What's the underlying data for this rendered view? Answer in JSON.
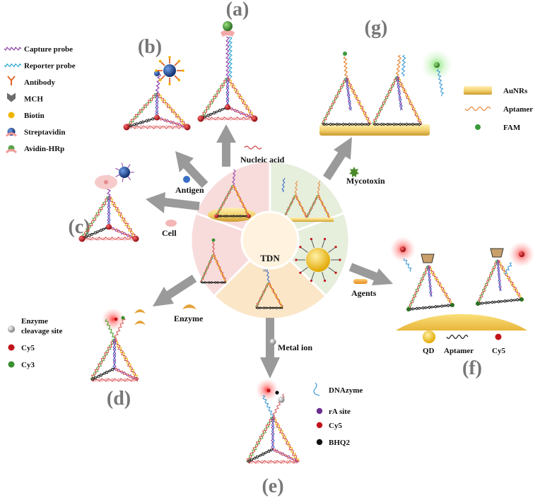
{
  "center": {
    "label": "TDN"
  },
  "panels": {
    "a": {
      "letter": "(a)",
      "target": "Nucleic acid"
    },
    "b": {
      "letter": "(b)",
      "target": "Antigen"
    },
    "c": {
      "letter": "(c)",
      "target": "Cell"
    },
    "d": {
      "letter": "(d)",
      "target": "Enzyme"
    },
    "e": {
      "letter": "(e)",
      "target": "Metal ion"
    },
    "f": {
      "letter": "(f)",
      "target": "Agents"
    },
    "g": {
      "letter": "(g)",
      "target": "Mycotoxin"
    }
  },
  "legend_top_left": [
    {
      "label": "Capture probe",
      "icon": "purple-wavy-strand-icon",
      "color": "#8b3fa6"
    },
    {
      "label": "Reporter probe",
      "icon": "blue-wavy-strand-icon",
      "color": "#2aa6d6"
    },
    {
      "label": "Antibody",
      "icon": "antibody-icon",
      "color": "#e0662b"
    },
    {
      "label": "MCH",
      "icon": "mch-chevron-icon",
      "color": "#6d6d6d"
    },
    {
      "label": "Biotin",
      "icon": "biotin-dot-icon",
      "color": "#f0b400"
    },
    {
      "label": "Streptavidin",
      "icon": "streptavidin-sphere-icon",
      "color": "#1f4e9a"
    },
    {
      "label": "Avidin-HRp",
      "icon": "avidin-hrp-icon",
      "color": "#5aa34a"
    }
  ],
  "legend_d": [
    {
      "label": "Enzyme",
      "icon": "cleavage-site-dot-icon",
      "color": "#9a9a9a"
    },
    {
      "label": "cleavage site",
      "icon": "",
      "color": ""
    },
    {
      "label": "Cy5",
      "icon": "cy5-dot-icon",
      "color": "#c0141a"
    },
    {
      "label": "Cy3",
      "icon": "cy3-dot-icon",
      "color": "#3a8f2f"
    }
  ],
  "legend_e": [
    {
      "label": "DNAzyme",
      "icon": "dnazyme-strand-icon",
      "color": "#4aa0d8"
    },
    {
      "label": "rA site",
      "icon": "ra-site-dot-icon",
      "color": "#6b2f8f"
    },
    {
      "label": "Cy5",
      "icon": "cy5-dot-icon",
      "color": "#c0141a"
    },
    {
      "label": "BHQ2",
      "icon": "bhq2-dot-icon",
      "color": "#111111"
    }
  ],
  "legend_f": [
    {
      "label": "QD",
      "icon": "quantum-dot-icon",
      "color": "#f2c94c"
    },
    {
      "label": "Aptamer",
      "icon": "aptamer-black-strand-icon",
      "color": "#222222"
    },
    {
      "label": "Cy5",
      "icon": "cy5-dot-icon",
      "color": "#c0141a"
    }
  ],
  "legend_g": [
    {
      "label": "AuNRs",
      "icon": "gold-nanorod-icon",
      "color": "#e9c46a"
    },
    {
      "label": "Aptamer",
      "icon": "aptamer-orange-strand-icon",
      "color": "#e8893a"
    },
    {
      "label": "FAM",
      "icon": "fam-dot-icon",
      "color": "#3a9a3a"
    }
  ],
  "colors": {
    "sector_pink": "#f8dcdc",
    "sector_peach": "#fbe6c8",
    "sector_green": "#e6eedc",
    "center_circle": "#fff3df",
    "arrow": "#9a9a9a",
    "strand_red": "#d44a4a",
    "strand_green": "#55a63a",
    "strand_yellow": "#e9b800",
    "strand_blue": "#2f62c8",
    "strand_purple": "#8b3fa6",
    "strand_black": "#222222"
  }
}
